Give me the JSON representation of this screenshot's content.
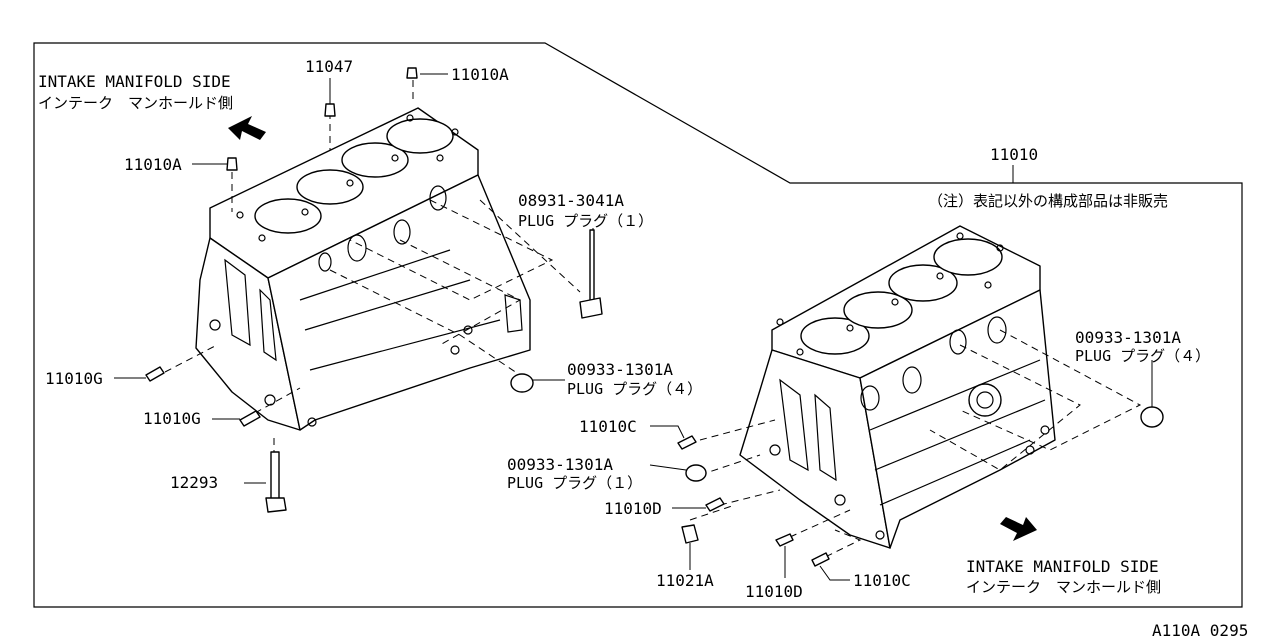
{
  "labels": {
    "intake_side_top_en": "INTAKE MANIFOLD SIDE",
    "intake_side_top_jp": "インテーク　マンホールド側",
    "intake_side_bottom_en": "INTAKE MANIFOLD SIDE",
    "intake_side_bottom_jp": "インテーク　マンホールド側",
    "note_jp": "（注）表記以外の構成部品は非販売",
    "assembly_number": "11010",
    "figure_code": "A110A 0295"
  },
  "parts": {
    "p11047": "11047",
    "p11010a_top": "11010A",
    "p11010a_left": "11010A",
    "p08931_num": "08931-3041A",
    "p08931_name": "PLUG プラグ（１）",
    "p00933_left_num": "00933-1301A",
    "p00933_left_name": "PLUG プラグ（４）",
    "p00933_right_num": "00933-1301A",
    "p00933_right_name": "PLUG プラグ（４）",
    "p00933_mid_num": "00933-1301A",
    "p00933_mid_name": "PLUG プラグ（１）",
    "p11010g_1": "11010G",
    "p11010g_2": "11010G",
    "p12293": "12293",
    "p11010c_1": "11010C",
    "p11010c_2": "11010C",
    "p11010d_1": "11010D",
    "p11010d_2": "11010D",
    "p11021a": "11021A"
  }
}
